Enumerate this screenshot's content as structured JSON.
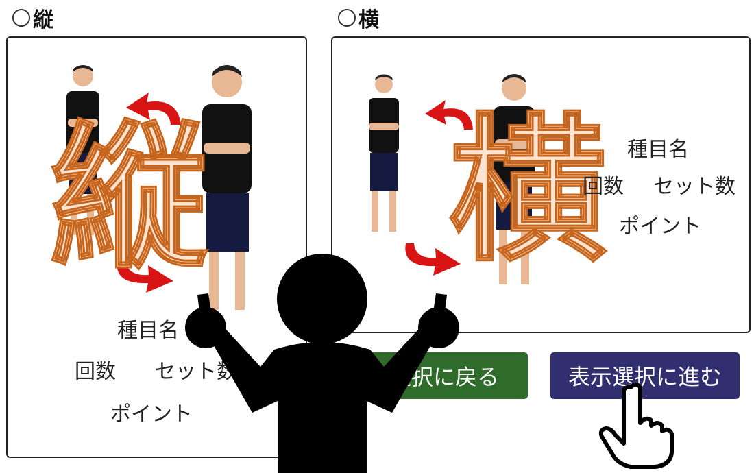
{
  "options": {
    "vertical": {
      "label": "縦",
      "kanji": "縦"
    },
    "horizontal": {
      "label": "横",
      "kanji": "横"
    }
  },
  "card": {
    "exercise_name": "種目名",
    "reps": "回数",
    "sets": "セット数",
    "point": "ポイント"
  },
  "buttons": {
    "back_label": "目選択に戻る",
    "next_label": "表示選択に進む"
  },
  "colors": {
    "back_button": "#2f6b2a",
    "next_button": "#322f70",
    "kanji_fill": "#fde3d1",
    "kanji_stroke": "#c6651b",
    "arrow": "#d81414"
  }
}
